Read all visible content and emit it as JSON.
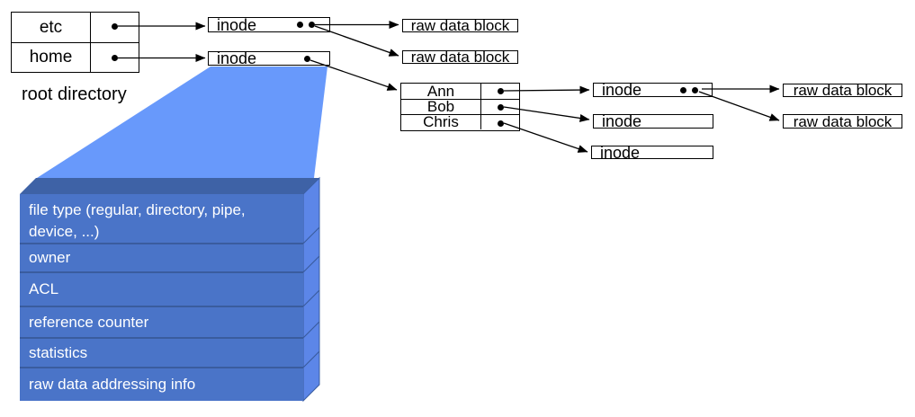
{
  "root_directory": {
    "label": "root directory",
    "entries": [
      {
        "name": "etc"
      },
      {
        "name": "home"
      }
    ]
  },
  "home_directory": {
    "entries": [
      {
        "name": "Ann"
      },
      {
        "name": "Bob"
      },
      {
        "name": "Chris"
      }
    ]
  },
  "labels": {
    "inode": "inode",
    "raw_data_block": "raw data block"
  },
  "inode_detail": {
    "fields": [
      "file type (regular, directory, pipe, device, ...)",
      "owner",
      "ACL",
      "reference counter",
      "statistics",
      "raw data addressing info"
    ]
  },
  "colors": {
    "funnel": "#6899FB",
    "stack_front": "#4A74C8",
    "stack_top_bevel": "#3E62A6",
    "stack_side": "#5C86E8",
    "stack_divider": "#3A5C9E",
    "line": "#000000",
    "box_background": "#FFFFFF",
    "stack_text": "#FFFFFF"
  }
}
